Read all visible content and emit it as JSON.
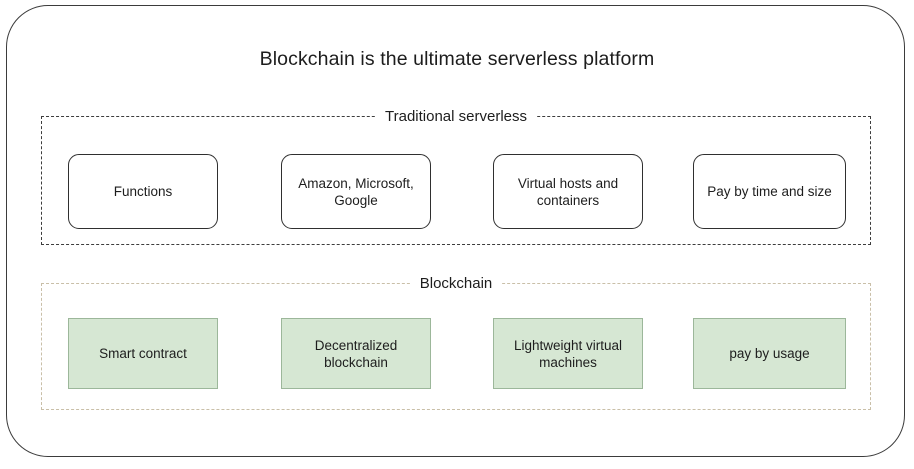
{
  "diagram": {
    "title": "Blockchain is the ultimate serverless platform",
    "frame_border_color": "#3b3b3b",
    "background_color": "#ffffff"
  },
  "groups": [
    {
      "id": "traditional-serverless",
      "label": "Traditional serverless",
      "border_style": "dashed",
      "border_color": "#3d3d3d",
      "node_style": "rounded-outline",
      "nodes": [
        {
          "label": "Functions"
        },
        {
          "label": "Amazon, Microsoft, Google"
        },
        {
          "label": "Virtual hosts and containers"
        },
        {
          "label": "Pay by time and size"
        }
      ]
    },
    {
      "id": "blockchain",
      "label": "Blockchain",
      "border_style": "dashed",
      "border_color": "#c9bfa8",
      "node_style": "green-filled",
      "node_fill_color": "#d6e7d3",
      "node_border_color": "#9cb79a",
      "nodes": [
        {
          "label": "Smart contract"
        },
        {
          "label": "Decentralized blockchain"
        },
        {
          "label": "Lightweight virtual machines"
        },
        {
          "label": "pay by usage"
        }
      ]
    }
  ],
  "artifact": {
    "bottom_clipped_text": "— — —— — —— — — —— — — — —— — —— —— — — —— — —— — — — —— — —— —"
  }
}
